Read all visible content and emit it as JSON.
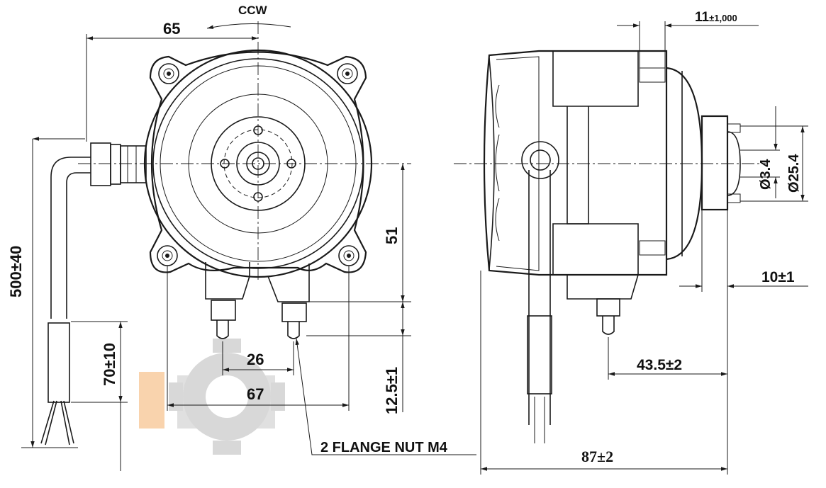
{
  "labels": {
    "ccw": "CCW",
    "dim_65": "65",
    "dim_11": "11",
    "dim_11_tol": "±1,000",
    "dim_500": "500±40",
    "dim_70": "70±10",
    "dim_51": "51",
    "dim_26": "26",
    "dim_67": "67",
    "dim_125": "12.5±1",
    "flange_nut": "2 FLANGE NUT M4",
    "dim_34": "Ø3.4",
    "dim_254": "Ø25.4",
    "dim_10": "10±1",
    "dim_435": "43.5±2",
    "dim_87": "87±2"
  },
  "colors": {
    "line": "#1a1a1a",
    "watermark_gear": "#d8d8d8",
    "watermark_accent": "#f6c08a"
  }
}
